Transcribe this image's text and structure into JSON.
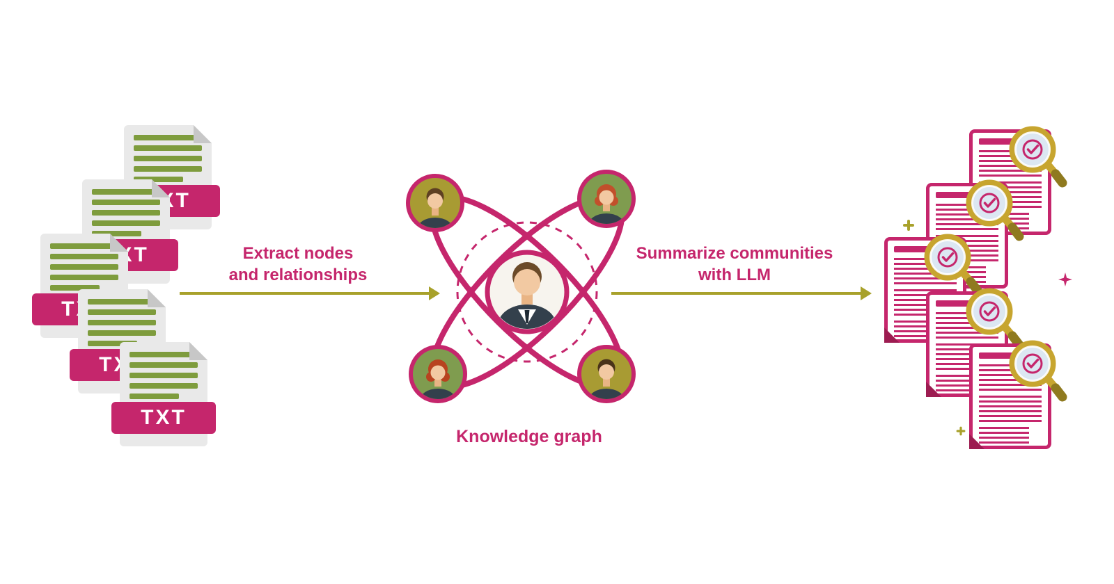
{
  "labels": {
    "extract_step": {
      "line1": "Extract nodes",
      "line2": "and relationships"
    },
    "summarize_step": {
      "line1": "Summarize communities",
      "line2": "with LLM"
    },
    "caption": "Knowledge graph"
  },
  "txt_file": {
    "badge": "TXT"
  },
  "theme": {
    "pink": "#c5266c",
    "pink_dark": "#9d1c51",
    "olive_arrow": "#a8a12b",
    "green_text_lines": "#7e9c3d",
    "page_gray": "#e9e9e9",
    "fold_gray": "#c7c7c7",
    "lens_blue": "#dce7f2",
    "rim_gold": "#c7a52f",
    "suit_dark": "#33404c",
    "skin": "#f2c9a2",
    "avatar_olive_bg": "#a89b33",
    "avatar_green_bg": "#7f9c4f"
  },
  "icons": {
    "left": "txt-file-icon",
    "center": "knowledge-graph-icon",
    "center_nodes": "person-avatar-icon",
    "right": "report-document-icon",
    "right_overlay": "magnifier-check-icon",
    "decorations": [
      "plus-decoration",
      "sparkle-decoration"
    ]
  }
}
